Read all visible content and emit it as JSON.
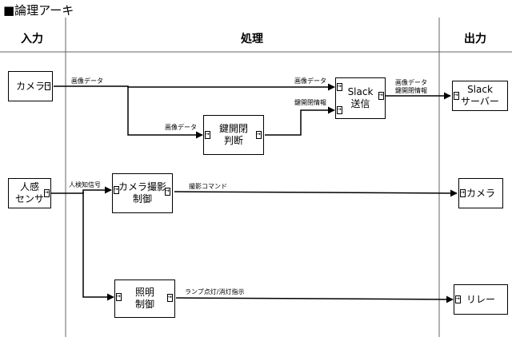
{
  "page_title": "■論理アーキ",
  "columns": {
    "input": "入力",
    "process": "処理",
    "output": "出力"
  },
  "blocks": {
    "camera_in": "カメラ",
    "motion_sensor": "人感\nセンサ",
    "key_judge": "鍵開閉\n判断",
    "slack_send": "Slack\n送信",
    "camera_control": "カメラ撮影\n制御",
    "light_control": "照明\n制御",
    "slack_server": "Slack\nサーバー",
    "camera_out": "カメラ",
    "relay": "リレー"
  },
  "signals": {
    "image_data_1": "画像データ",
    "image_data_2": "画像データ",
    "image_data_3": "画像データ",
    "key_status": "鍵開閉情報",
    "out_image_data": "画像データ",
    "out_key_status": "鍵開閉情報",
    "motion_signal": "人検知信号",
    "capture_command": "撮影コマンド",
    "lamp_command": "ランプ点灯/消灯指示"
  }
}
